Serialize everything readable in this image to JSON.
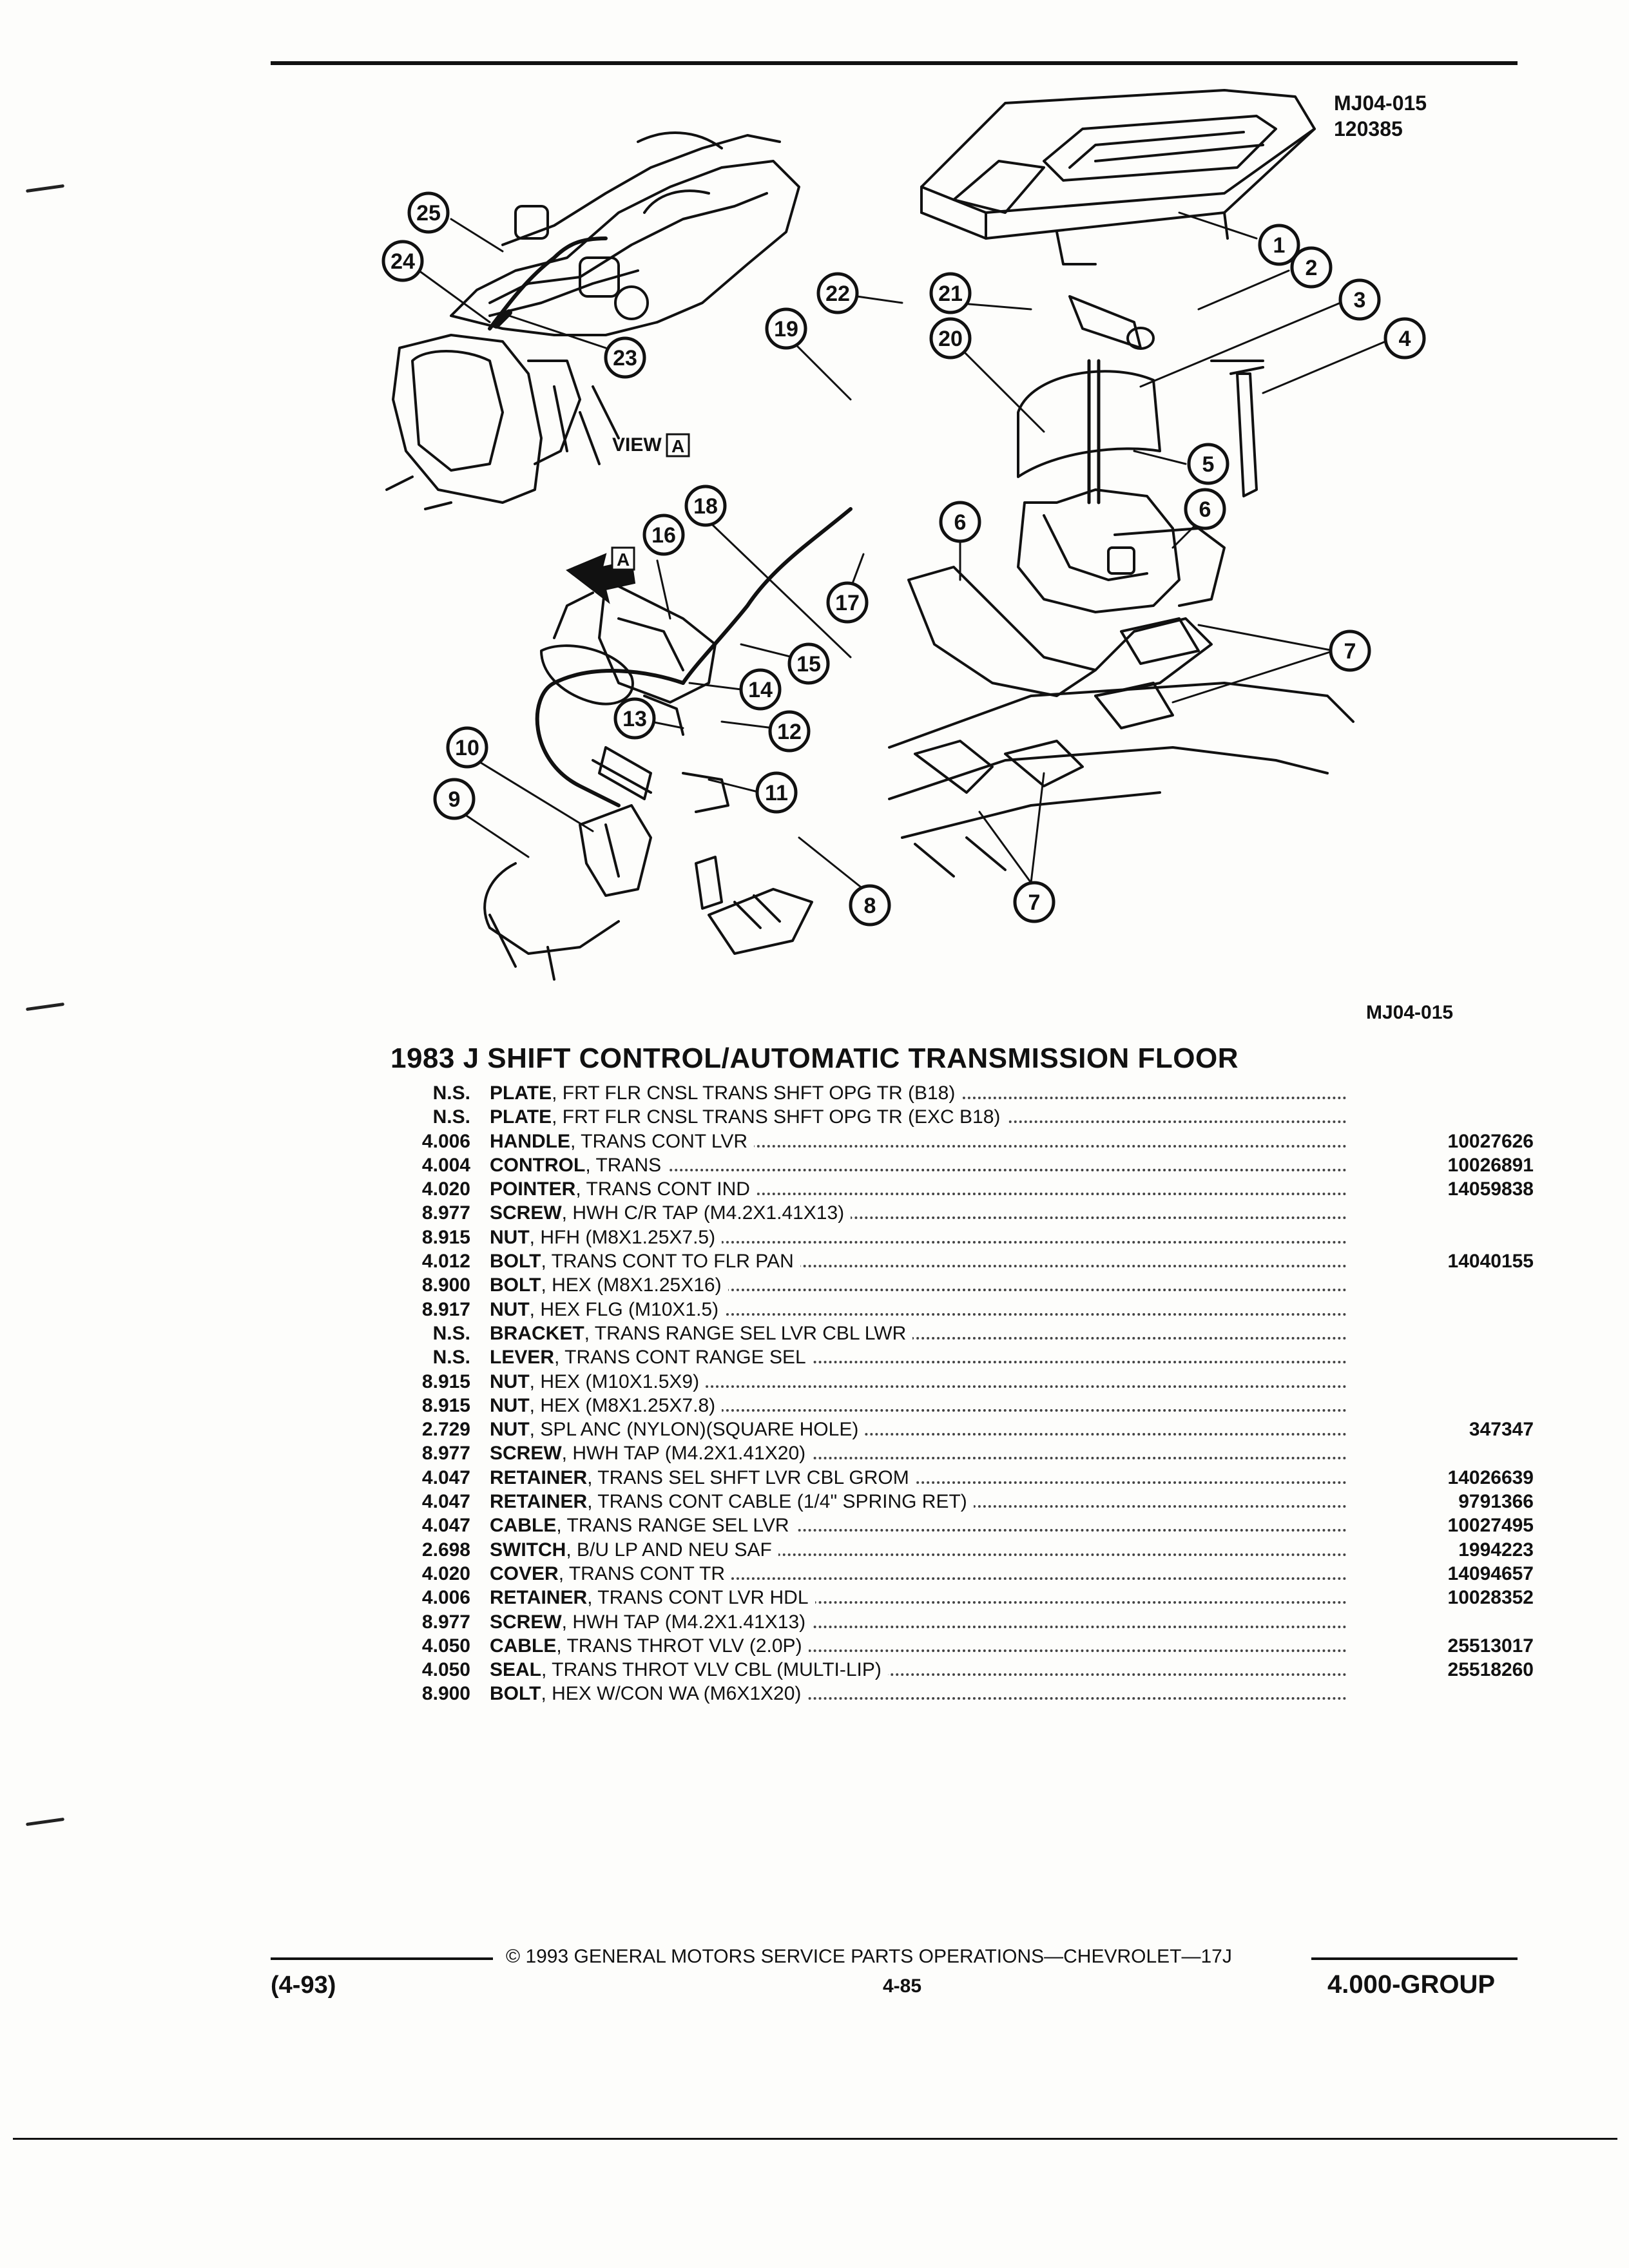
{
  "header": {
    "figure_code": "MJ04-015",
    "date_code": "120385"
  },
  "figure": {
    "view_label": "VIEW",
    "view_letter": "A",
    "arrow_letter": "A",
    "callouts": [
      "1",
      "2",
      "3",
      "4",
      "5",
      "6",
      "6",
      "7",
      "7",
      "8",
      "9",
      "10",
      "11",
      "12",
      "13",
      "14",
      "15",
      "16",
      "17",
      "18",
      "19",
      "20",
      "21",
      "22",
      "23",
      "24",
      "25"
    ],
    "bottom_code": "MJ04-015"
  },
  "title": "1983 J SHIFT CONTROL/AUTOMATIC TRANSMISSION FLOOR",
  "parts": [
    {
      "ref": "1.",
      "grp": "N.S.",
      "name": "PLATE",
      "desc": ", FRT FLR CNSL TRANS SHFT OPG TR (B18)",
      "pn": ""
    },
    {
      "ref": "",
      "grp": "N.S.",
      "name": "PLATE",
      "desc": ", FRT FLR CNSL TRANS SHFT OPG TR (EXC B18)",
      "pn": ""
    },
    {
      "ref": "2.",
      "grp": "4.006",
      "name": "HANDLE",
      "desc": ", TRANS CONT LVR",
      "pn": "10027626"
    },
    {
      "ref": "3.",
      "grp": "4.004",
      "name": "CONTROL",
      "desc": ", TRANS",
      "pn": "10026891"
    },
    {
      "ref": "4.",
      "grp": "4.020",
      "name": "POINTER",
      "desc": ", TRANS CONT IND",
      "pn": "14059838"
    },
    {
      "ref": "5.",
      "grp": "8.977",
      "name": "SCREW",
      "desc": ", HWH C/R TAP (M4.2X1.41X13)",
      "pn": ""
    },
    {
      "ref": "6.",
      "grp": "8.915",
      "name": "NUT",
      "desc": ", HFH (M8X1.25X7.5)",
      "pn": ""
    },
    {
      "ref": "7.",
      "grp": "4.012",
      "name": "BOLT",
      "desc": ", TRANS CONT TO FLR PAN",
      "pn": "14040155"
    },
    {
      "ref": "8.",
      "grp": "8.900",
      "name": "BOLT",
      "desc": ", HEX (M8X1.25X16)",
      "pn": ""
    },
    {
      "ref": "9.",
      "grp": "8.917",
      "name": "NUT",
      "desc": ", HEX FLG (M10X1.5)",
      "pn": ""
    },
    {
      "ref": "10.",
      "grp": "N.S.",
      "name": "BRACKET",
      "desc": ", TRANS RANGE SEL LVR CBL LWR",
      "pn": ""
    },
    {
      "ref": "11.",
      "grp": "N.S.",
      "name": "LEVER",
      "desc": ", TRANS CONT RANGE SEL",
      "pn": ""
    },
    {
      "ref": "12.",
      "grp": "8.915",
      "name": "NUT",
      "desc": ", HEX (M10X1.5X9)",
      "pn": ""
    },
    {
      "ref": "13.",
      "grp": "8.915",
      "name": "NUT",
      "desc": ", HEX (M8X1.25X7.8)",
      "pn": ""
    },
    {
      "ref": "14.",
      "grp": "2.729",
      "name": "NUT",
      "desc": ", SPL ANC (NYLON)(SQUARE HOLE)",
      "pn": "347347"
    },
    {
      "ref": "15.",
      "grp": "8.977",
      "name": "SCREW",
      "desc": ", HWH TAP (M4.2X1.41X20)",
      "pn": ""
    },
    {
      "ref": "16.",
      "grp": "4.047",
      "name": "RETAINER",
      "desc": ", TRANS SEL SHFT LVR CBL GROM",
      "pn": "14026639"
    },
    {
      "ref": "17.",
      "grp": "4.047",
      "name": "RETAINER",
      "desc": ", TRANS CONT CABLE (1/4\" SPRING RET)",
      "pn": "9791366"
    },
    {
      "ref": "18.",
      "grp": "4.047",
      "name": "CABLE",
      "desc": ", TRANS RANGE SEL LVR",
      "pn": "10027495"
    },
    {
      "ref": "19.",
      "grp": "2.698",
      "name": "SWITCH",
      "desc": ", B/U LP AND NEU SAF",
      "pn": "1994223"
    },
    {
      "ref": "20.",
      "grp": "4.020",
      "name": "COVER",
      "desc": ", TRANS CONT TR",
      "pn": "14094657"
    },
    {
      "ref": "21.",
      "grp": "4.006",
      "name": "RETAINER",
      "desc": ", TRANS CONT LVR HDL",
      "pn": "10028352"
    },
    {
      "ref": "22.",
      "grp": "8.977",
      "name": "SCREW",
      "desc": ", HWH TAP (M4.2X1.41X13)",
      "pn": ""
    },
    {
      "ref": "23.",
      "grp": "4.050",
      "name": "CABLE",
      "desc": ", TRANS THROT VLV (2.0P)",
      "pn": "25513017"
    },
    {
      "ref": "24.",
      "grp": "4.050",
      "name": "SEAL",
      "desc": ", TRANS THROT VLV CBL (MULTI-LIP)",
      "pn": "25518260"
    },
    {
      "ref": "25.",
      "grp": "8.900",
      "name": "BOLT",
      "desc": ", HEX W/CON WA (M6X1X20)",
      "pn": ""
    }
  ],
  "footer": {
    "copyright": "© 1993 GENERAL MOTORS SERVICE PARTS OPERATIONS—CHEVROLET—17J",
    "date": "(4-93)",
    "page": "4-85",
    "group": "4.000-GROUP"
  }
}
